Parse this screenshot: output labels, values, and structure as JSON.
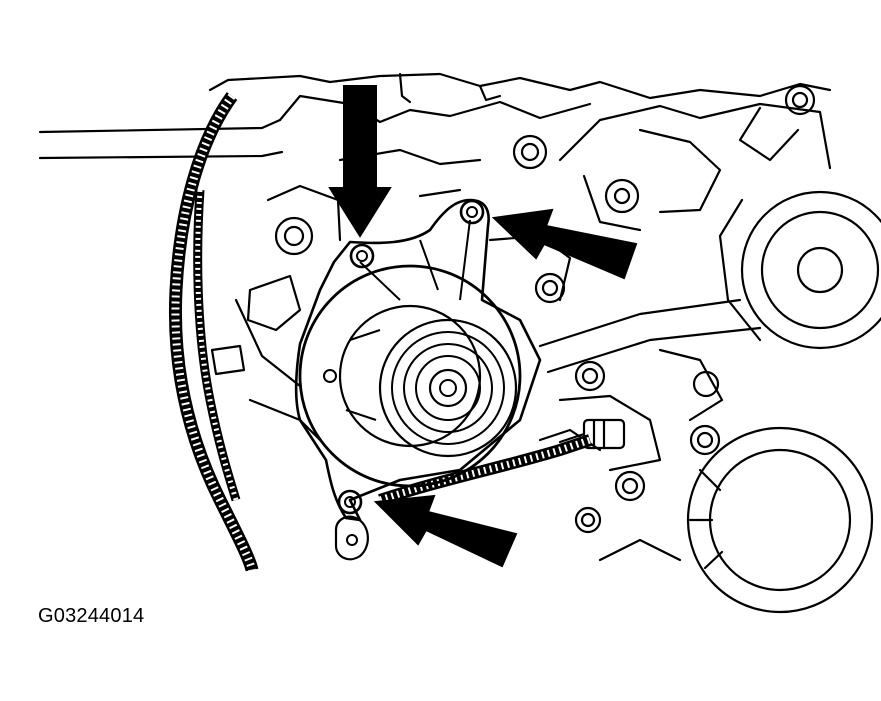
{
  "figure": {
    "id_label": "G03244014"
  },
  "style": {
    "background": "#ffffff",
    "ink": "#000000"
  },
  "callouts": [
    {
      "name": "top-arrow",
      "points_to": "upper-left-mounting-bolt"
    },
    {
      "name": "right-arrow",
      "points_to": "upper-right-mounting-bolt"
    },
    {
      "name": "bottom-arrow",
      "points_to": "lower-mounting-bolt"
    }
  ]
}
